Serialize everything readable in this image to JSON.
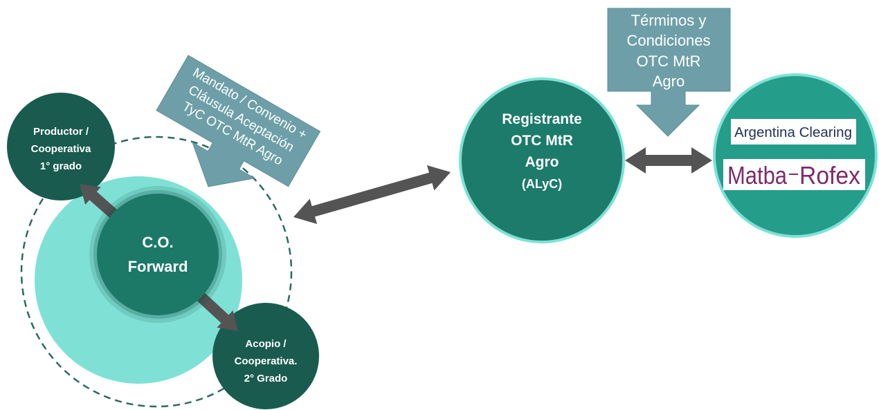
{
  "nodes": {
    "productor": {
      "lines": [
        "Productor /",
        "Cooperativa",
        "1° grado"
      ]
    },
    "co_forward": {
      "lines": [
        "C.O.",
        "Forward"
      ]
    },
    "acopio": {
      "lines": [
        "Acopio /",
        "Cooperativa.",
        "2° Grado"
      ]
    },
    "registrante": {
      "lines": [
        "Registrante",
        "OTC MtR",
        "Agro",
        "(ALyC)"
      ]
    },
    "mercado": {
      "argentina_clearing_logo": "Argentina Clearing",
      "matba_rofex_logo": {
        "part_1": "Matba",
        "part_2": "Rofex"
      }
    }
  },
  "callouts": {
    "mandato": {
      "lines": [
        "Mandato / Convenio +",
        "Cláusula Aceptación",
        "TyC OTC MtR Agro"
      ]
    },
    "terminos": {
      "lines": [
        "Términos y",
        "Condiciones",
        "OTC MtR",
        "Agro"
      ]
    }
  },
  "colors": {
    "dark_node": "#1a5b4f",
    "co_node": "#1c7968",
    "registrante_node": "#1c7b6a",
    "mercado_node": "#249d8b",
    "light_teal": "#7fe1d5",
    "dashed_outline": "#2b6b60",
    "callout_fill": "#6e9fa8",
    "arrow": "#545454",
    "matba_purple": "#7d2b6c",
    "clearing_navy": "#1f3157",
    "logo_background": "#ffffff"
  }
}
